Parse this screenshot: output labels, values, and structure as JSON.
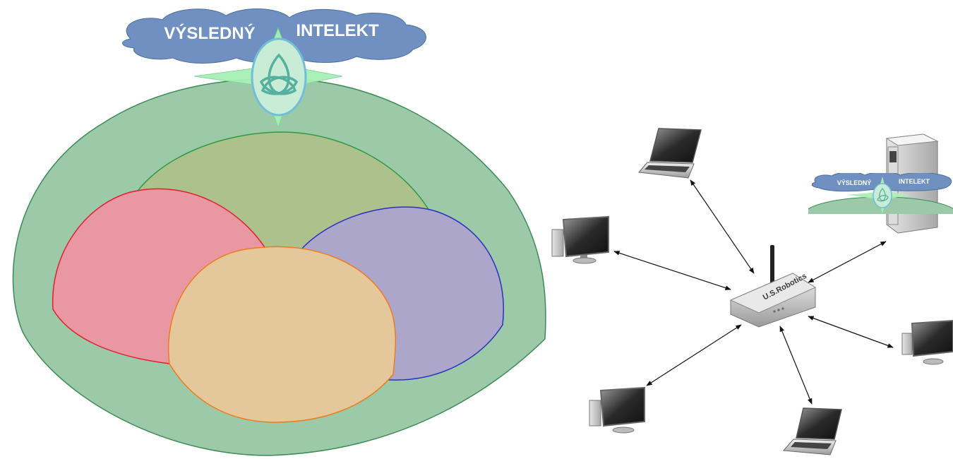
{
  "diagram": {
    "cloud_left_word": "VÝSLEDNÝ",
    "cloud_right_word": "INTELEKT",
    "router_brand": "U.S.Robotics"
  },
  "colors": {
    "outer_dome": "#9ccaa9",
    "outer_dome_stroke": "#3c8a55",
    "top_dome": "#adc18c",
    "top_dome_stroke": "#2d9a45",
    "left_dome": "#e897a3",
    "left_dome_stroke": "#e01f2e",
    "right_dome": "#aca6cb",
    "right_dome_stroke": "#2b2fbf",
    "bottom_dome": "#e4c89c",
    "bottom_dome_stroke": "#f07a1e",
    "cloud": "#6f90c0",
    "emblem": "#c9ecd6",
    "emblem_stroke": "#6fbfd8"
  },
  "icons": {
    "emblem": "triquetra-icon",
    "devices": [
      "laptop-icon",
      "desktop-monitor-icon",
      "pc-tower-icon",
      "router-icon"
    ]
  }
}
